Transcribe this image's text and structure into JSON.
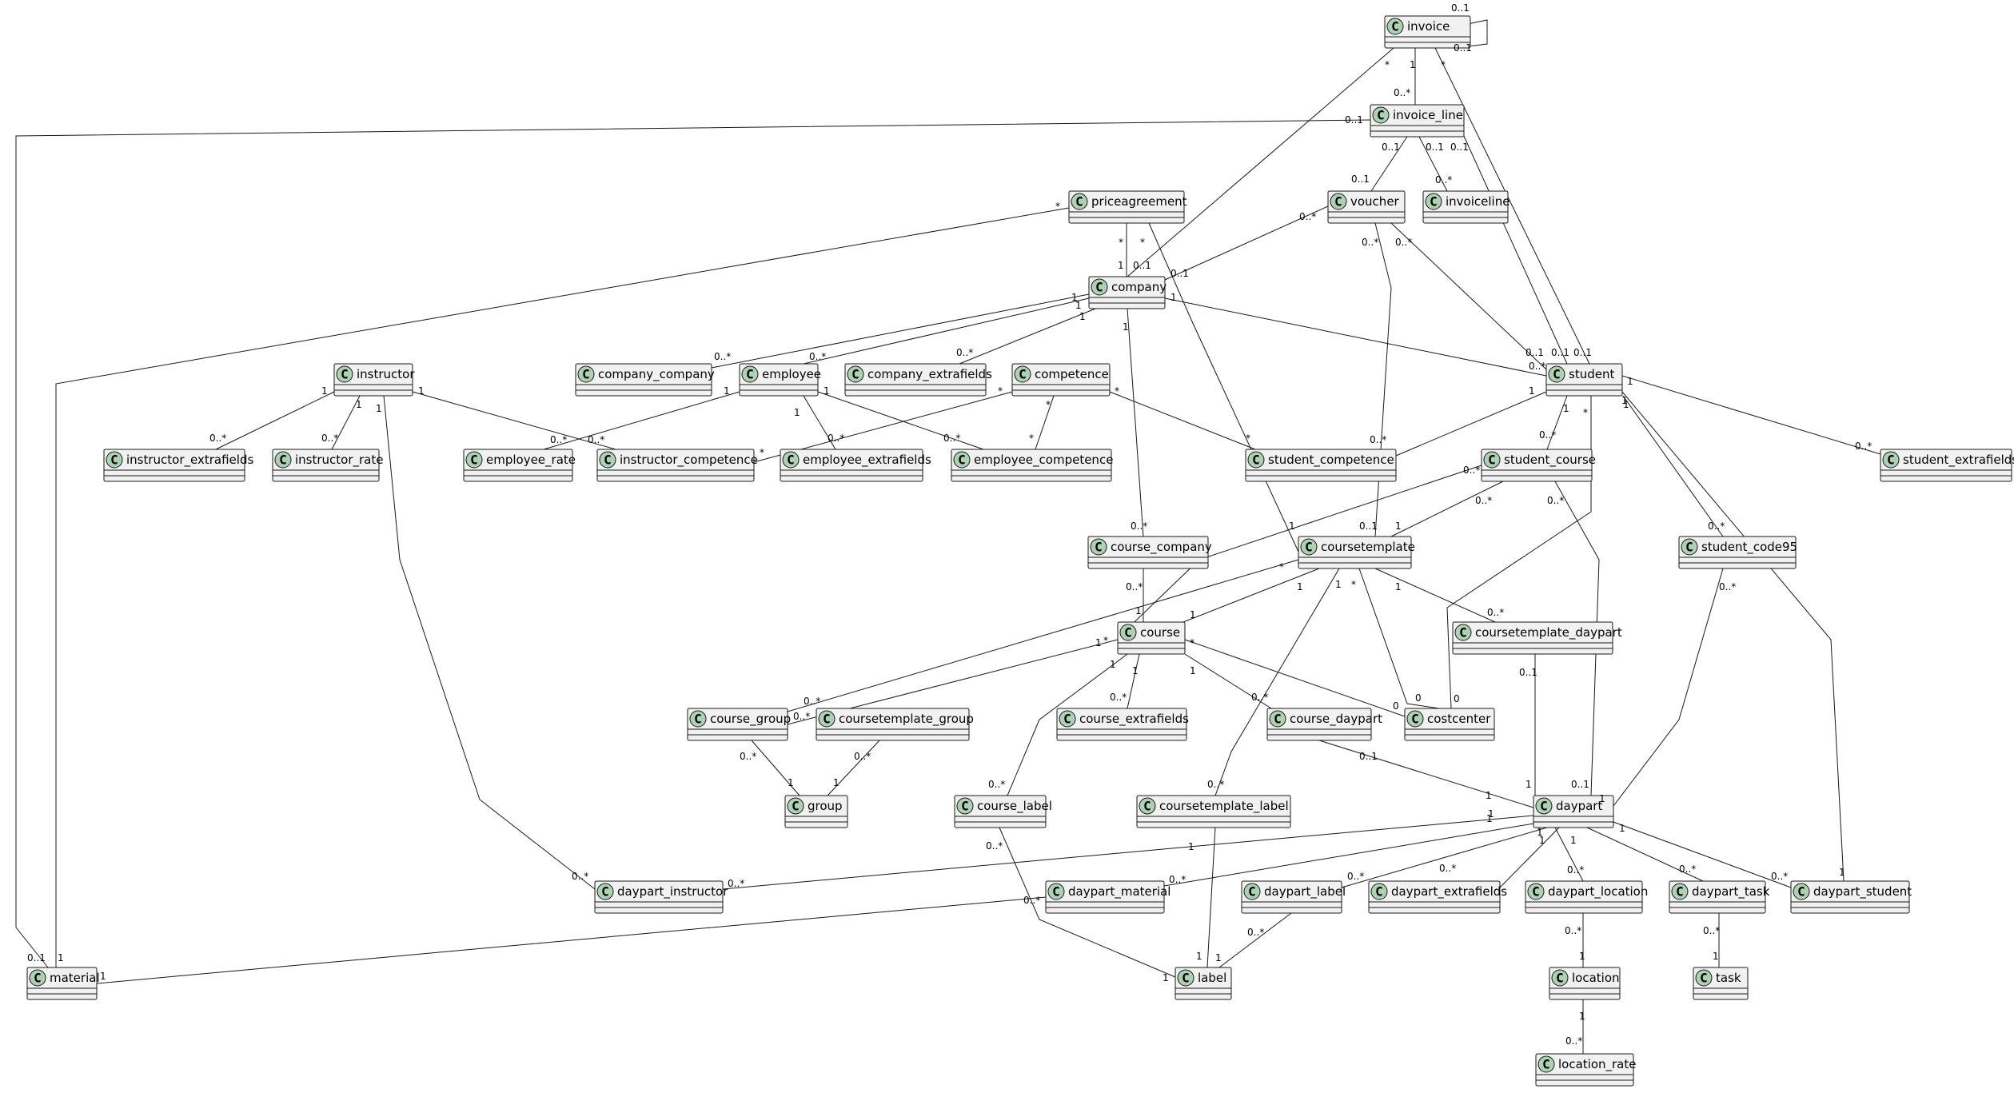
{
  "diagram": {
    "class_icon_letter": "C",
    "classes": [
      {
        "id": "invoice",
        "label": "invoice"
      },
      {
        "id": "invoice_line",
        "label": "invoice_line"
      },
      {
        "id": "voucher",
        "label": "voucher"
      },
      {
        "id": "invoiceline",
        "label": "invoiceline"
      },
      {
        "id": "priceagreement",
        "label": "priceagreement"
      },
      {
        "id": "company",
        "label": "company"
      },
      {
        "id": "instructor",
        "label": "instructor"
      },
      {
        "id": "company_company",
        "label": "company_company"
      },
      {
        "id": "employee",
        "label": "employee"
      },
      {
        "id": "company_extrafields",
        "label": "company_extrafields"
      },
      {
        "id": "competence",
        "label": "competence"
      },
      {
        "id": "student",
        "label": "student"
      },
      {
        "id": "instructor_extrafields",
        "label": "instructor_extrafields"
      },
      {
        "id": "instructor_rate",
        "label": "instructor_rate"
      },
      {
        "id": "employee_rate",
        "label": "employee_rate"
      },
      {
        "id": "instructor_competence",
        "label": "instructor_competence"
      },
      {
        "id": "employee_extrafields",
        "label": "employee_extrafields"
      },
      {
        "id": "employee_competence",
        "label": "employee_competence"
      },
      {
        "id": "student_competence",
        "label": "student_competence"
      },
      {
        "id": "student_course",
        "label": "student_course"
      },
      {
        "id": "student_extrafields",
        "label": "student_extrafields"
      },
      {
        "id": "course_company",
        "label": "course_company"
      },
      {
        "id": "coursetemplate",
        "label": "coursetemplate"
      },
      {
        "id": "student_code95",
        "label": "student_code95"
      },
      {
        "id": "coursetemplate_daypart",
        "label": "coursetemplate_daypart"
      },
      {
        "id": "course",
        "label": "course"
      },
      {
        "id": "course_group",
        "label": "course_group"
      },
      {
        "id": "coursetemplate_group",
        "label": "coursetemplate_group"
      },
      {
        "id": "course_extrafields",
        "label": "course_extrafields"
      },
      {
        "id": "course_daypart",
        "label": "course_daypart"
      },
      {
        "id": "costcenter",
        "label": "costcenter"
      },
      {
        "id": "group",
        "label": "group"
      },
      {
        "id": "course_label",
        "label": "course_label"
      },
      {
        "id": "coursetemplate_label",
        "label": "coursetemplate_label"
      },
      {
        "id": "daypart",
        "label": "daypart"
      },
      {
        "id": "daypart_instructor",
        "label": "daypart_instructor"
      },
      {
        "id": "daypart_material",
        "label": "daypart_material"
      },
      {
        "id": "daypart_label",
        "label": "daypart_label"
      },
      {
        "id": "daypart_extrafields",
        "label": "daypart_extrafields"
      },
      {
        "id": "daypart_location",
        "label": "daypart_location"
      },
      {
        "id": "daypart_task",
        "label": "daypart_task"
      },
      {
        "id": "daypart_student",
        "label": "daypart_student"
      },
      {
        "id": "material",
        "label": "material"
      },
      {
        "id": "label",
        "label": "label"
      },
      {
        "id": "location",
        "label": "location"
      },
      {
        "id": "task",
        "label": "task"
      },
      {
        "id": "location_rate",
        "label": "location_rate"
      }
    ],
    "relations": [
      {
        "id": "r01",
        "from": "invoice",
        "to": "invoice",
        "from_mult": "0..1",
        "to_mult": "0..1"
      },
      {
        "id": "r02",
        "from": "invoice",
        "to": "invoice_line",
        "from_mult": "1",
        "to_mult": "0..*"
      },
      {
        "id": "r03",
        "from": "invoice",
        "to": "company",
        "from_mult": "*",
        "to_mult": "0..1"
      },
      {
        "id": "r04",
        "from": "invoice",
        "to": "student",
        "from_mult": "*",
        "to_mult": "0..1"
      },
      {
        "id": "r05",
        "from": "invoice_line",
        "to": "material",
        "from_mult": "0..1",
        "to_mult": "0..1"
      },
      {
        "id": "r06",
        "from": "invoice_line",
        "to": "voucher",
        "from_mult": "0..1",
        "to_mult": "0..1"
      },
      {
        "id": "r07",
        "from": "invoice_line",
        "to": "invoiceline",
        "from_mult": "0..1",
        "to_mult": "0..*"
      },
      {
        "id": "r08",
        "from": "invoice_line",
        "to": "student",
        "from_mult": "0..1",
        "to_mult": "0..1"
      },
      {
        "id": "r09",
        "from": "voucher",
        "to": "company",
        "from_mult": "0..*",
        "to_mult": "0..1"
      },
      {
        "id": "r10",
        "from": "voucher",
        "to": "coursetemplate",
        "from_mult": "0..*",
        "to_mult": "0..1"
      },
      {
        "id": "r11",
        "from": "voucher",
        "to": "student",
        "from_mult": "0..*",
        "to_mult": "0..1"
      },
      {
        "id": "r12",
        "from": "priceagreement",
        "to": "company",
        "from_mult": "*",
        "to_mult": "1"
      },
      {
        "id": "r13",
        "from": "priceagreement",
        "to": "material",
        "from_mult": "*",
        "to_mult": "1"
      },
      {
        "id": "r14",
        "from": "priceagreement",
        "to": "coursetemplate",
        "from_mult": "*",
        "to_mult": "1"
      },
      {
        "id": "r15",
        "from": "company",
        "to": "company_company",
        "from_mult": "1",
        "to_mult": "0..*"
      },
      {
        "id": "r16",
        "from": "company",
        "to": "employee",
        "from_mult": "1",
        "to_mult": "0..*"
      },
      {
        "id": "r17",
        "from": "company",
        "to": "company_extrafields",
        "from_mult": "1",
        "to_mult": "0..*"
      },
      {
        "id": "r18",
        "from": "company",
        "to": "student",
        "from_mult": "1",
        "to_mult": "0..*"
      },
      {
        "id": "r19",
        "from": "company",
        "to": "course_company",
        "from_mult": "1",
        "to_mult": "0..*"
      },
      {
        "id": "r20",
        "from": "instructor",
        "to": "instructor_extrafields",
        "from_mult": "1",
        "to_mult": "0..*"
      },
      {
        "id": "r21",
        "from": "instructor",
        "to": "instructor_rate",
        "from_mult": "1",
        "to_mult": "0..*"
      },
      {
        "id": "r22",
        "from": "instructor",
        "to": "instructor_competence",
        "from_mult": "1",
        "to_mult": "0..*"
      },
      {
        "id": "r23",
        "from": "instructor",
        "to": "daypart_instructor",
        "from_mult": "1",
        "to_mult": "0..*"
      },
      {
        "id": "r24",
        "from": "employee",
        "to": "employee_rate",
        "from_mult": "1",
        "to_mult": "0..*"
      },
      {
        "id": "r25",
        "from": "employee",
        "to": "employee_extrafields",
        "from_mult": "1",
        "to_mult": "0..*"
      },
      {
        "id": "r26",
        "from": "employee",
        "to": "employee_competence",
        "from_mult": "1",
        "to_mult": "0..*"
      },
      {
        "id": "r27",
        "from": "competence",
        "to": "instructor_competence",
        "from_mult": "*",
        "to_mult": "*"
      },
      {
        "id": "r28",
        "from": "competence",
        "to": "employee_competence",
        "from_mult": "*",
        "to_mult": "*"
      },
      {
        "id": "r29",
        "from": "competence",
        "to": "student_competence",
        "from_mult": "*",
        "to_mult": "*"
      },
      {
        "id": "r30",
        "from": "student",
        "to": "student_competence",
        "from_mult": "1",
        "to_mult": "0..*"
      },
      {
        "id": "r31",
        "from": "student",
        "to": "student_course",
        "from_mult": "1",
        "to_mult": "0..*"
      },
      {
        "id": "r32",
        "from": "student",
        "to": "student_code95",
        "from_mult": "1",
        "to_mult": "0..*"
      },
      {
        "id": "r33",
        "from": "student",
        "to": "student_extrafields",
        "from_mult": "1",
        "to_mult": "0..*"
      },
      {
        "id": "r34",
        "from": "student",
        "to": "daypart_student",
        "from_mult": "1",
        "to_mult": "1"
      },
      {
        "id": "r35",
        "from": "student",
        "to": "costcenter",
        "from_mult": "*",
        "to_mult": "0"
      },
      {
        "id": "r36",
        "from": "student_course",
        "to": "course",
        "from_mult": "0..*",
        "to_mult": "1"
      },
      {
        "id": "r37",
        "from": "student_course",
        "to": "coursetemplate",
        "from_mult": "0..*",
        "to_mult": "1"
      },
      {
        "id": "r38",
        "from": "student_course",
        "to": "daypart",
        "from_mult": "0..*",
        "to_mult": "0..1"
      },
      {
        "id": "r39",
        "from": "course_company",
        "to": "course",
        "from_mult": "0..*",
        "to_mult": "1"
      },
      {
        "id": "r40",
        "from": "coursetemplate",
        "to": "course",
        "from_mult": "1",
        "to_mult": "1"
      },
      {
        "id": "r41",
        "from": "coursetemplate",
        "to": "coursetemplate_daypart",
        "from_mult": "1",
        "to_mult": "0..*"
      },
      {
        "id": "r42",
        "from": "coursetemplate",
        "to": "course_group",
        "from_mult": "*",
        "to_mult": "0..*"
      },
      {
        "id": "r43",
        "from": "coursetemplate",
        "to": "costcenter",
        "from_mult": "*",
        "to_mult": "0"
      },
      {
        "id": "r44",
        "from": "coursetemplate",
        "to": "coursetemplate_label",
        "from_mult": "1",
        "to_mult": "0..*"
      },
      {
        "id": "r45",
        "from": "student_code95",
        "to": "daypart",
        "from_mult": "0..*",
        "to_mult": "1"
      },
      {
        "id": "r46",
        "from": "coursetemplate_daypart",
        "to": "daypart",
        "from_mult": "0..1",
        "to_mult": "1"
      },
      {
        "id": "r47",
        "from": "course",
        "to": "course_group",
        "from_mult": "*",
        "to_mult": "0..*"
      },
      {
        "id": "r48",
        "from": "course",
        "to": "course_extrafields",
        "from_mult": "1",
        "to_mult": "0..*"
      },
      {
        "id": "r49",
        "from": "course",
        "to": "course_daypart",
        "from_mult": "1",
        "to_mult": "0..*"
      },
      {
        "id": "r50",
        "from": "course",
        "to": "costcenter",
        "from_mult": "*",
        "to_mult": "0"
      },
      {
        "id": "r51",
        "from": "course",
        "to": "course_label",
        "from_mult": "1",
        "to_mult": "0..*"
      },
      {
        "id": "r52",
        "from": "course_group",
        "to": "group",
        "from_mult": "0..*",
        "to_mult": "1"
      },
      {
        "id": "r53",
        "from": "coursetemplate_group",
        "to": "group",
        "from_mult": "0..*",
        "to_mult": "1"
      },
      {
        "id": "r54",
        "from": "course_daypart",
        "to": "daypart",
        "from_mult": "0..1",
        "to_mult": "1"
      },
      {
        "id": "r55",
        "from": "course_label",
        "to": "label",
        "from_mult": "0..*",
        "to_mult": "1"
      },
      {
        "id": "r56",
        "from": "coursetemplate_label",
        "to": "label",
        "from_mult": "",
        "to_mult": "1"
      },
      {
        "id": "r57",
        "from": "daypart",
        "to": "daypart_instructor",
        "from_mult": "1",
        "to_mult": "0..*"
      },
      {
        "id": "r58",
        "from": "daypart",
        "to": "daypart_material",
        "from_mult": "1",
        "to_mult": "0..*"
      },
      {
        "id": "r59",
        "from": "daypart",
        "to": "daypart_label",
        "from_mult": "1",
        "to_mult": "0..*"
      },
      {
        "id": "r60",
        "from": "daypart",
        "to": "daypart_extrafields",
        "from_mult": "1",
        "to_mult": "0..*"
      },
      {
        "id": "r61",
        "from": "daypart",
        "to": "daypart_location",
        "from_mult": "1",
        "to_mult": "0..*"
      },
      {
        "id": "r62",
        "from": "daypart",
        "to": "daypart_task",
        "from_mult": "1",
        "to_mult": "0..*"
      },
      {
        "id": "r63",
        "from": "daypart",
        "to": "daypart_student",
        "from_mult": "1",
        "to_mult": "0..*"
      },
      {
        "id": "r64",
        "from": "daypart_material",
        "to": "material",
        "from_mult": "0..*",
        "to_mult": "1"
      },
      {
        "id": "r65",
        "from": "daypart_label",
        "to": "label",
        "from_mult": "0..*",
        "to_mult": "1"
      },
      {
        "id": "r66",
        "from": "daypart_location",
        "to": "location",
        "from_mult": "0..*",
        "to_mult": "1"
      },
      {
        "id": "r67",
        "from": "daypart_task",
        "to": "task",
        "from_mult": "0..*",
        "to_mult": "1"
      },
      {
        "id": "r68",
        "from": "location",
        "to": "location_rate",
        "from_mult": "1",
        "to_mult": "0..*"
      }
    ]
  }
}
